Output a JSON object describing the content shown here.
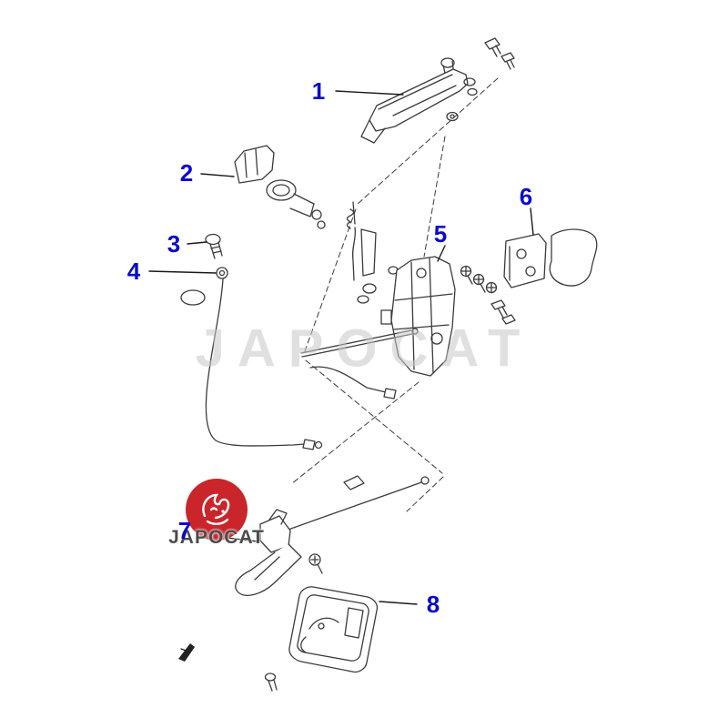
{
  "diagram": {
    "watermark": "JAPOCAT",
    "logo_text": "JAPOCAT",
    "callouts": [
      {
        "label": "1"
      },
      {
        "label": "2"
      },
      {
        "label": "3"
      },
      {
        "label": "4"
      },
      {
        "label": "5"
      },
      {
        "label": "6"
      },
      {
        "label": "7"
      },
      {
        "label": "8"
      }
    ],
    "colors": {
      "callout_blue": "#0a0acc",
      "logo_red": "#c9252b",
      "logo_text_gray": "#4c4c4c",
      "line_gray": "#3b3b3b",
      "watermark_gray": "#c8c8c8"
    }
  }
}
